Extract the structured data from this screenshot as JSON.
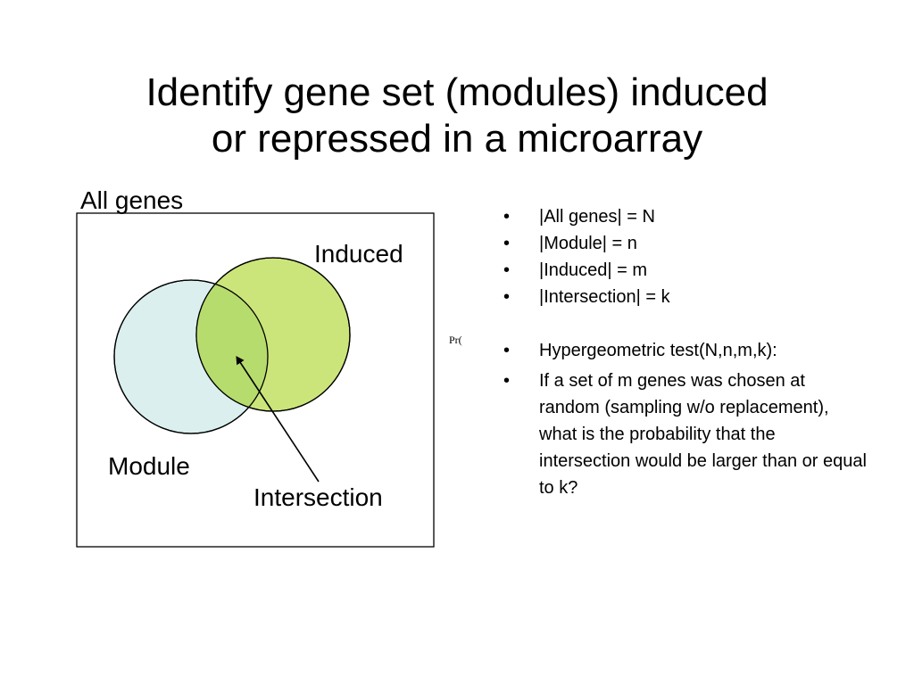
{
  "title": {
    "line1": "Identify gene set (modules) induced",
    "line2": "or repressed in a microarray"
  },
  "diagram": {
    "all_genes_label": "All genes",
    "induced_label": "Induced",
    "module_label": "Module",
    "intersection_label": "Intersection",
    "colors": {
      "module_fill": "#dcefef",
      "induced_fill": "#cce57a",
      "intersection_fill": "#b7dc6e",
      "stroke": "#000000"
    }
  },
  "pr_fragment": "Pr(",
  "bullets": [
    "|All genes| = N",
    "|Module| = n",
    "|Induced| = m",
    "|Intersection| = k",
    "Hypergeometric test(N,n,m,k):",
    "If a set of m genes was chosen at random (sampling w/o replacement), what is the probability that the intersection would be larger than or equal to k?"
  ]
}
